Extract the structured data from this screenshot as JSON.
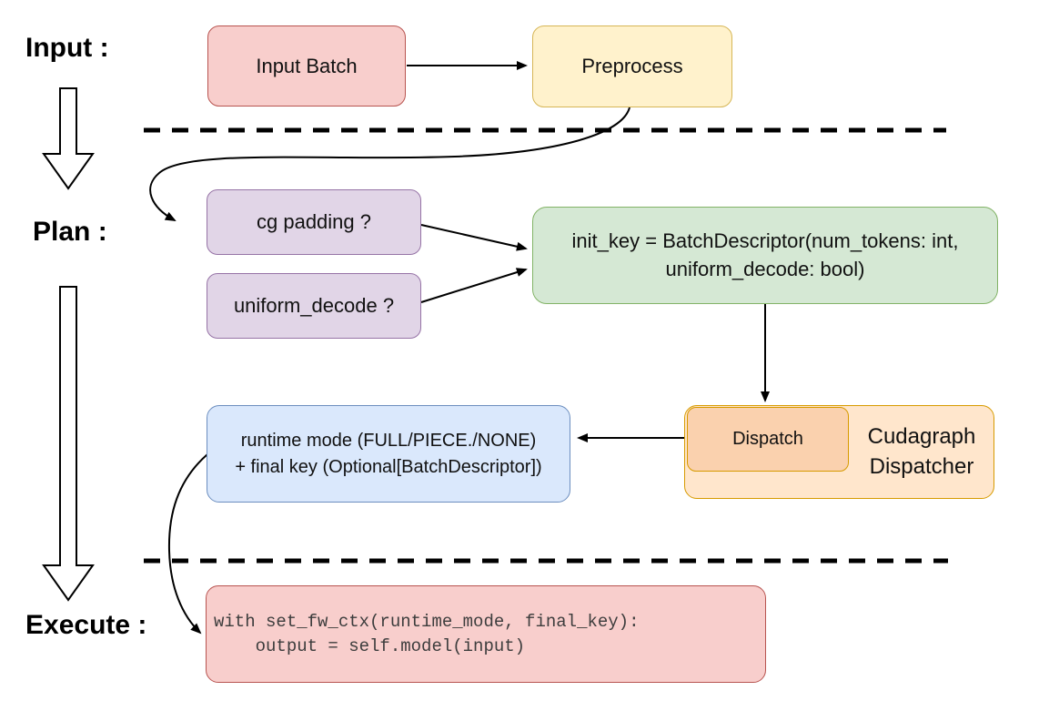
{
  "colors": {
    "canvas-bg": "#ffffff",
    "line": "#000000",
    "red-fill": "#f8cecc",
    "red-border": "#b85450",
    "yellow-fill": "#fff2cc",
    "yellow-border": "#d6b656",
    "purple-fill": "#e1d5e7",
    "purple-border": "#9673a6",
    "green-fill": "#d5e8d4",
    "green-border": "#82b366",
    "orange-fill": "#ffe6cc",
    "orange-deep-fill": "#fad1ae",
    "orange-border": "#d79b00",
    "blue-fill": "#dae8fc",
    "blue-border": "#6c8ebf",
    "code-text": "#3d3d3d"
  },
  "sections": {
    "input": {
      "label": "Input :"
    },
    "plan": {
      "label": "Plan :"
    },
    "execute": {
      "label": "Execute :"
    }
  },
  "nodes": {
    "input_batch": {
      "label": "Input Batch"
    },
    "preprocess": {
      "label": "Preprocess"
    },
    "cg_padding": {
      "label": "cg padding ?"
    },
    "uniform_decode": {
      "label": "uniform_decode ?"
    },
    "init_key": {
      "label": "init_key = BatchDescriptor(num_tokens: int,\nuniform_decode: bool)"
    },
    "dispatch": {
      "label": "Dispatch"
    },
    "cudagraph_dispatcher": {
      "label": "Cudagraph\nDispatcher"
    },
    "runtime_mode": {
      "label": "runtime mode (FULL/PIECE./NONE)\n+ final key (Optional[BatchDescriptor])"
    },
    "execute_code": {
      "code": "with set_fw_ctx(runtime_mode, final_key):\n    output = self.model(input)"
    }
  }
}
